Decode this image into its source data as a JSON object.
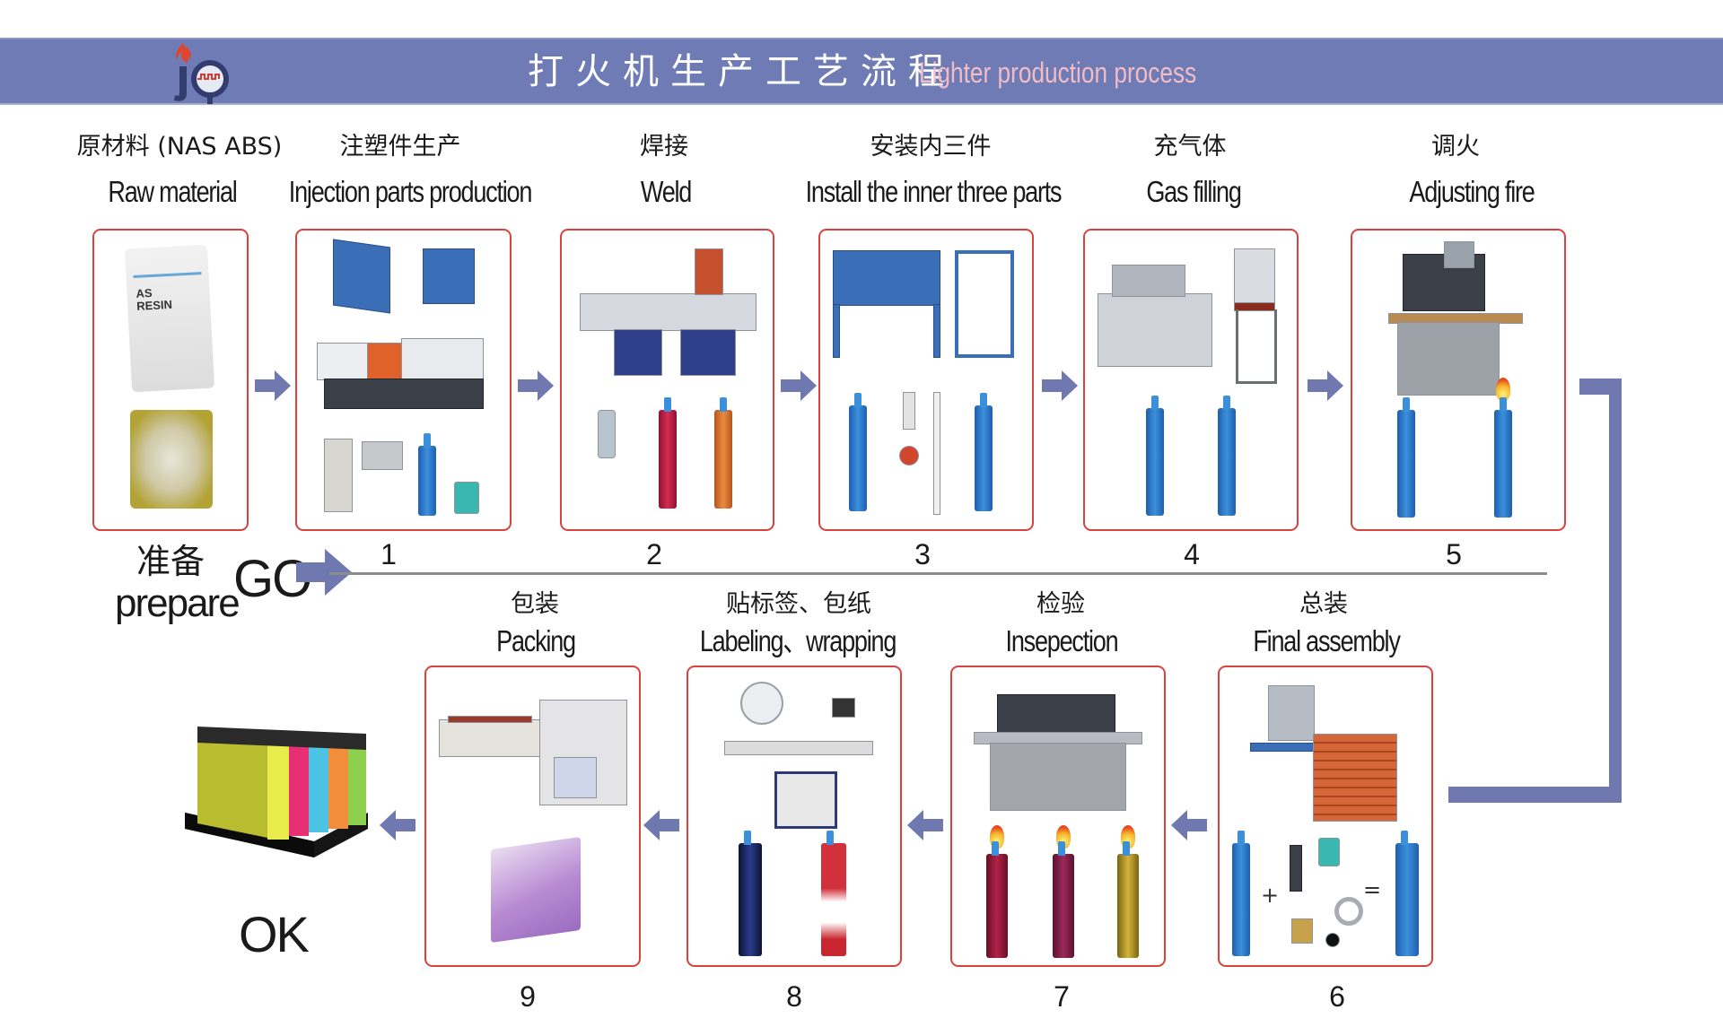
{
  "header": {
    "title_cn": "打火机生产工艺流程",
    "title_en": "Lighter production process",
    "logo": "jq-flame-logo",
    "bar_color": "#6f7bb4",
    "subtitle_color": "#f1bcc6"
  },
  "colors": {
    "box_border": "#d8443d",
    "arrow": "#6f79b0",
    "separator": "#8c8c8c",
    "text": "#1a1a1a"
  },
  "prepare": {
    "label_cn": "准备",
    "label_en": "prepare",
    "go": "GO"
  },
  "top_row": [
    {
      "step": "",
      "label_cn": "原材料 (NAS ABS)",
      "label_en": "Raw material",
      "image": "resin-bag-and-pellets"
    },
    {
      "step": "1",
      "label_cn": "注塑件生产",
      "label_en": "Injection parts production",
      "image": "molds-injection-machine-plastic-parts"
    },
    {
      "step": "2",
      "label_cn": "焊接",
      "label_en": "Weld",
      "image": "welding-machine-lighter-bodies"
    },
    {
      "step": "3",
      "label_cn": "安装内三件",
      "label_en": "Install the inner three parts",
      "image": "assembly-tables-inner-parts"
    },
    {
      "step": "4",
      "label_cn": "充气体",
      "label_en": "Gas filling",
      "image": "gas-filling-machines-blue-lighters"
    },
    {
      "step": "5",
      "label_cn": "调火",
      "label_en": "Adjusting fire",
      "image": "flame-adjust-machine-lit-lighter"
    }
  ],
  "bottom_row": [
    {
      "step": "9",
      "label_cn": "包装",
      "label_en": "Packing",
      "image": "shrink-wrap-machine-packed-lighters"
    },
    {
      "step": "8",
      "label_cn": "贴标签、包纸",
      "label_en": "Labeling、wrapping",
      "image": "labeling-machine-wrapped-lighters"
    },
    {
      "step": "7",
      "label_cn": "检验",
      "label_en": "Insepection",
      "image": "inspection-machine-lit-lighters"
    },
    {
      "step": "6",
      "label_cn": "总装",
      "label_en": "Final assembly",
      "image": "final-assembly-press-parts-equation"
    }
  ],
  "final": {
    "label": "OK",
    "image": "lighter-display-tray"
  },
  "arrows": {
    "top_row": [
      "right",
      "right",
      "right",
      "right",
      "right"
    ],
    "bottom_row": [
      "left",
      "left",
      "left",
      "left"
    ],
    "connector": "turn-down-left"
  }
}
